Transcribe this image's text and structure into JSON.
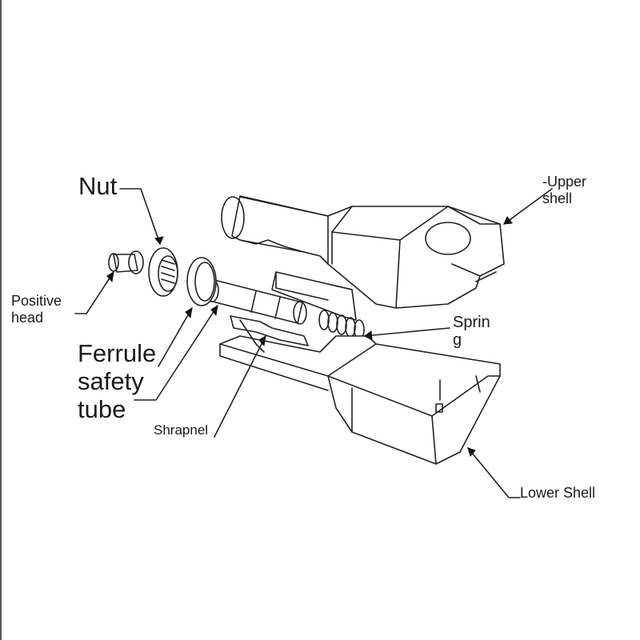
{
  "labels": {
    "nut": "Nut",
    "positive_head": "Positive head",
    "ferrule_safety_tube": "Ferrule safety tube",
    "shrapnel": "Shrapnel",
    "spring": "Sprin g",
    "upper_shell": "-Upper shell",
    "lower_shell": "Lower Shell"
  }
}
